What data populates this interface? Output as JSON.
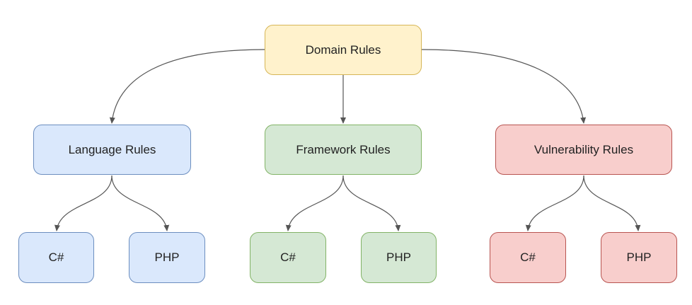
{
  "root": {
    "label": "Domain Rules"
  },
  "categories": [
    {
      "label": "Language Rules",
      "children": [
        "C#",
        "PHP"
      ]
    },
    {
      "label": "Framework Rules",
      "children": [
        "C#",
        "PHP"
      ]
    },
    {
      "label": "Vulnerability Rules",
      "children": [
        "C#",
        "PHP"
      ]
    }
  ],
  "colors": {
    "root_fill": "#fff2cc",
    "root_stroke": "#d6b656",
    "language_fill": "#dae8fc",
    "language_stroke": "#6c8ebf",
    "framework_fill": "#d5e8d4",
    "framework_stroke": "#82b366",
    "vulnerability_fill": "#f8cecc",
    "vulnerability_stroke": "#b85450",
    "edge": "#555555"
  }
}
